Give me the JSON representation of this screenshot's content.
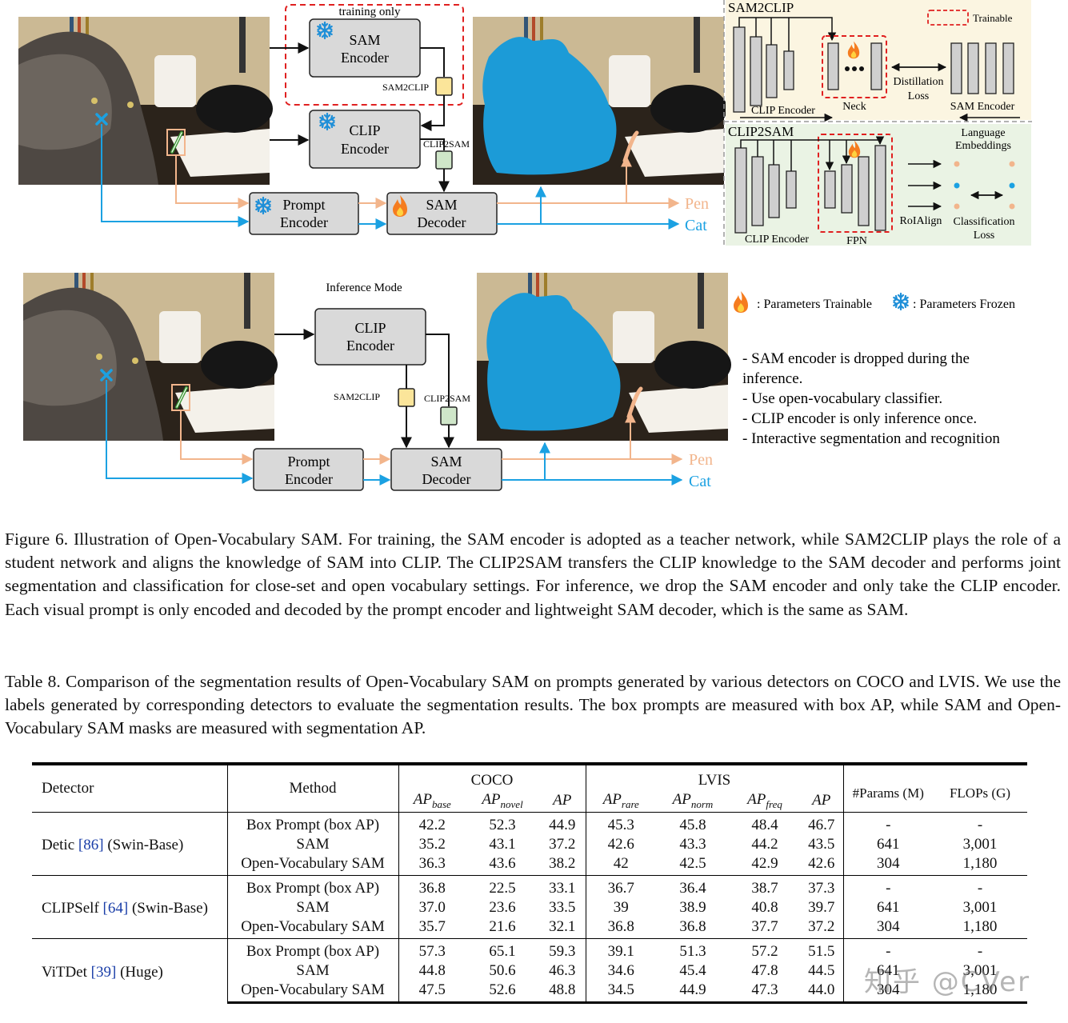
{
  "diagram": {
    "training": {
      "training_only_label": "training only",
      "sam_encoder": [
        "SAM",
        "Encoder"
      ],
      "clip_encoder": [
        "CLIP",
        "Encoder"
      ],
      "sam2clip_label": "SAM2CLIP",
      "clip2sam_label": "CLIP2SAM",
      "prompt_encoder": [
        "Prompt",
        "Encoder"
      ],
      "sam_decoder": [
        "SAM",
        "Decoder"
      ],
      "out_pen": "Pen",
      "out_cat": "Cat"
    },
    "sam2clip_panel": {
      "title": "SAM2CLIP",
      "trainable_legend": "Trainable",
      "clip_encoder": "CLIP Encoder",
      "neck": "Neck",
      "distillation_loss": [
        "Distillation",
        "Loss"
      ],
      "sam_encoder": "SAM Encoder"
    },
    "clip2sam_panel": {
      "title": "CLIP2SAM",
      "language_embeddings": [
        "Language",
        "Embeddings"
      ],
      "roialign": "RoIAlign",
      "classification_loss": [
        "Classification",
        "Loss"
      ],
      "clip_encoder": "CLIP Encoder",
      "fpn": "FPN"
    },
    "inference": {
      "mode_label": "Inference Mode",
      "clip_encoder": [
        "CLIP",
        "Encoder"
      ],
      "sam2clip_label": "SAM2CLIP",
      "clip2sam_label": "CLIP2SAM",
      "prompt_encoder": [
        "Prompt",
        "Encoder"
      ],
      "sam_decoder": [
        "SAM",
        "Decoder"
      ],
      "out_pen": "Pen",
      "out_cat": "Cat"
    },
    "legend": {
      "trainable": ": Parameters Trainable",
      "frozen": ": Parameters Frozen"
    },
    "notes": [
      "- SAM encoder is dropped during the",
      "inference.",
      "- Use open-vocabulary classifier.",
      "- CLIP encoder is only inference once.",
      "- Interactive segmentation and recognition"
    ],
    "colors": {
      "box_fill": "#d9d9d9",
      "orange_path": "#f2b58c",
      "blue_path": "#1ba1e2",
      "sam2clip_box": "#fbe59a",
      "clip2sam_box": "#cfe6c9",
      "trainable_red": "#e02020",
      "panel_top_bg": "#fbf5e1",
      "panel_bottom_bg": "#eaf3e4",
      "mask_blue": "#1c9bd7"
    }
  },
  "figure_caption": "Figure 6. Illustration of Open-Vocabulary SAM. For training, the SAM encoder is adopted as a teacher network, while SAM2CLIP plays the role of a student network and aligns the knowledge of SAM into CLIP. The CLIP2SAM transfers the CLIP knowledge to the SAM decoder and performs joint segmentation and classification for close-set and open vocabulary settings. For inference, we drop the SAM encoder and only take the CLIP encoder. Each visual prompt is only encoded and decoded by the prompt encoder and lightweight SAM decoder, which is the same as SAM.",
  "table_caption": "Table 8. Comparison of the segmentation results of Open-Vocabulary SAM on prompts generated by various detectors on COCO and LVIS. We use the labels generated by corresponding detectors to evaluate the segmentation results. The box prompts are measured with box AP, while SAM and Open-Vocabulary SAM masks are measured with segmentation AP.",
  "table": {
    "col_detector": "Detector",
    "col_method": "Method",
    "group_coco": "COCO",
    "group_lvis": "LVIS",
    "coco_cols": [
      {
        "main": "AP",
        "sub": "base"
      },
      {
        "main": "AP",
        "sub": "novel"
      },
      {
        "main": "AP",
        "sub": ""
      }
    ],
    "lvis_cols": [
      {
        "main": "AP",
        "sub": "rare"
      },
      {
        "main": "AP",
        "sub": "norm"
      },
      {
        "main": "AP",
        "sub": "freq"
      },
      {
        "main": "AP",
        "sub": ""
      }
    ],
    "col_params": "#Params (M)",
    "col_flops": "FLOPs (G)",
    "groups": [
      {
        "detector": "Detic",
        "cite": "[86]",
        "backbone": "(Swin-Base)",
        "rows": [
          {
            "method": "Box Prompt (box AP)",
            "values": [
              "42.2",
              "52.3",
              "44.9",
              "45.3",
              "45.8",
              "48.4",
              "46.7",
              "-",
              "-"
            ]
          },
          {
            "method": "SAM",
            "values": [
              "35.2",
              "43.1",
              "37.2",
              "42.6",
              "43.3",
              "44.2",
              "43.5",
              "641",
              "3,001"
            ]
          },
          {
            "method": "Open-Vocabulary SAM",
            "values": [
              "36.3",
              "43.6",
              "38.2",
              "42",
              "42.5",
              "42.9",
              "42.6",
              "304",
              "1,180"
            ]
          }
        ]
      },
      {
        "detector": "CLIPSelf",
        "cite": "[64]",
        "backbone": "(Swin-Base)",
        "rows": [
          {
            "method": "Box Prompt (box AP)",
            "values": [
              "36.8",
              "22.5",
              "33.1",
              "36.7",
              "36.4",
              "38.7",
              "37.3",
              "-",
              "-"
            ]
          },
          {
            "method": "SAM",
            "values": [
              "37.0",
              "23.6",
              "33.5",
              "39",
              "38.9",
              "40.8",
              "39.7",
              "641",
              "3,001"
            ]
          },
          {
            "method": "Open-Vocabulary SAM",
            "values": [
              "35.7",
              "21.6",
              "32.1",
              "36.8",
              "36.8",
              "37.7",
              "37.2",
              "304",
              "1,180"
            ]
          }
        ]
      },
      {
        "detector": "ViTDet",
        "cite": "[39]",
        "backbone": "(Huge)",
        "rows": [
          {
            "method": "Box Prompt (box AP)",
            "values": [
              "57.3",
              "65.1",
              "59.3",
              "39.1",
              "51.3",
              "57.2",
              "51.5",
              "-",
              "-"
            ]
          },
          {
            "method": "SAM",
            "values": [
              "44.8",
              "50.6",
              "46.3",
              "34.6",
              "45.4",
              "47.8",
              "44.5",
              "641",
              "3,001"
            ]
          },
          {
            "method": "Open-Vocabulary SAM",
            "values": [
              "47.5",
              "52.6",
              "48.8",
              "34.5",
              "44.9",
              "47.3",
              "44.0",
              "304",
              "1,180"
            ]
          }
        ]
      }
    ]
  },
  "watermark": "知乎 @CVer"
}
